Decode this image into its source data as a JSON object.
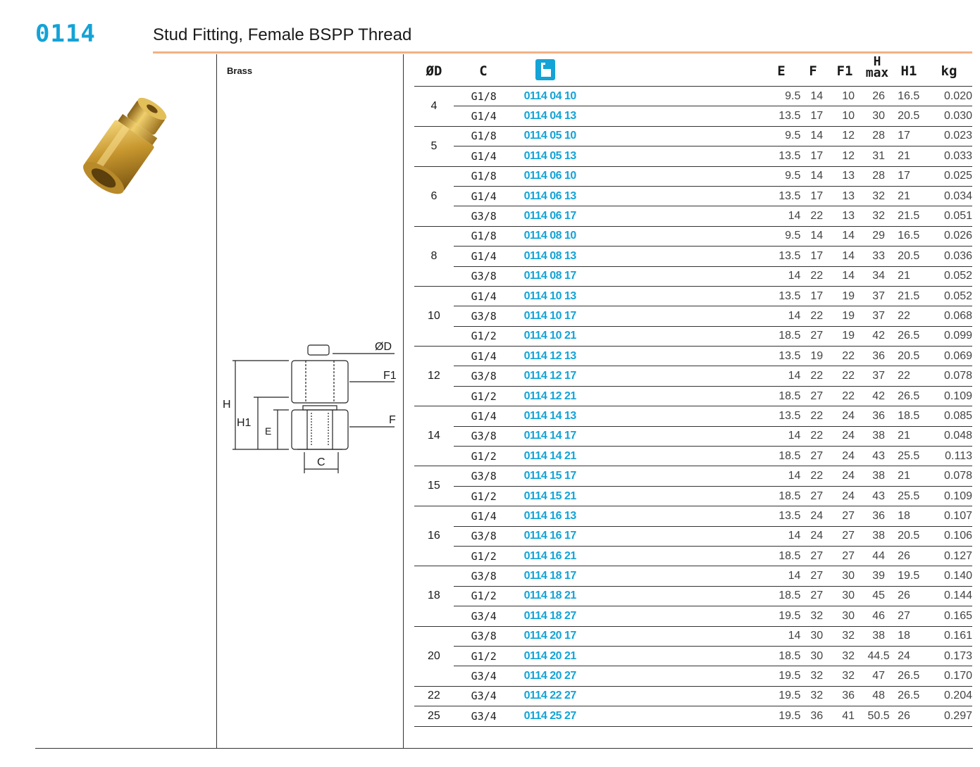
{
  "header": {
    "code": "0114",
    "title": "Stud Fitting, Female BSPP Thread"
  },
  "material": "Brass",
  "drawing_labels": {
    "od": "ØD",
    "f1": "F1",
    "f": "F",
    "h": "H",
    "h1": "H1",
    "e": "E",
    "c": "C"
  },
  "columns": {
    "od": "ØD",
    "c": "C",
    "ref_icon": "reference-icon",
    "e": "E",
    "f": "F",
    "f1": "F1",
    "h_top": "H",
    "h_bottom": "max",
    "h1": "H1",
    "kg": "kg"
  },
  "colors": {
    "accent": "#14a3d6",
    "rule": "#f4b183"
  },
  "groups": [
    {
      "od": "4",
      "rows": [
        {
          "c": "G1/8",
          "ref": "0114 04 10",
          "e": "9.5",
          "f": "14",
          "f1": "10",
          "h": "26",
          "h1": "16.5",
          "kg": "0.020"
        },
        {
          "c": "G1/4",
          "ref": "0114 04 13",
          "e": "13.5",
          "f": "17",
          "f1": "10",
          "h": "30",
          "h1": "20.5",
          "kg": "0.030"
        }
      ]
    },
    {
      "od": "5",
      "rows": [
        {
          "c": "G1/8",
          "ref": "0114 05 10",
          "e": "9.5",
          "f": "14",
          "f1": "12",
          "h": "28",
          "h1": "17",
          "kg": "0.023"
        },
        {
          "c": "G1/4",
          "ref": "0114 05 13",
          "e": "13.5",
          "f": "17",
          "f1": "12",
          "h": "31",
          "h1": "21",
          "kg": "0.033"
        }
      ]
    },
    {
      "od": "6",
      "rows": [
        {
          "c": "G1/8",
          "ref": "0114 06 10",
          "e": "9.5",
          "f": "14",
          "f1": "13",
          "h": "28",
          "h1": "17",
          "kg": "0.025"
        },
        {
          "c": "G1/4",
          "ref": "0114 06 13",
          "e": "13.5",
          "f": "17",
          "f1": "13",
          "h": "32",
          "h1": "21",
          "kg": "0.034"
        },
        {
          "c": "G3/8",
          "ref": "0114 06 17",
          "e": "14",
          "f": "22",
          "f1": "13",
          "h": "32",
          "h1": "21.5",
          "kg": "0.051"
        }
      ]
    },
    {
      "od": "8",
      "rows": [
        {
          "c": "G1/8",
          "ref": "0114 08 10",
          "e": "9.5",
          "f": "14",
          "f1": "14",
          "h": "29",
          "h1": "16.5",
          "kg": "0.026"
        },
        {
          "c": "G1/4",
          "ref": "0114 08 13",
          "e": "13.5",
          "f": "17",
          "f1": "14",
          "h": "33",
          "h1": "20.5",
          "kg": "0.036"
        },
        {
          "c": "G3/8",
          "ref": "0114 08 17",
          "e": "14",
          "f": "22",
          "f1": "14",
          "h": "34",
          "h1": "21",
          "kg": "0.052"
        }
      ]
    },
    {
      "od": "10",
      "rows": [
        {
          "c": "G1/4",
          "ref": "0114 10 13",
          "e": "13.5",
          "f": "17",
          "f1": "19",
          "h": "37",
          "h1": "21.5",
          "kg": "0.052"
        },
        {
          "c": "G3/8",
          "ref": "0114 10 17",
          "e": "14",
          "f": "22",
          "f1": "19",
          "h": "37",
          "h1": "22",
          "kg": "0.068"
        },
        {
          "c": "G1/2",
          "ref": "0114 10 21",
          "e": "18.5",
          "f": "27",
          "f1": "19",
          "h": "42",
          "h1": "26.5",
          "kg": "0.099"
        }
      ]
    },
    {
      "od": "12",
      "rows": [
        {
          "c": "G1/4",
          "ref": "0114 12 13",
          "e": "13.5",
          "f": "19",
          "f1": "22",
          "h": "36",
          "h1": "20.5",
          "kg": "0.069"
        },
        {
          "c": "G3/8",
          "ref": "0114 12 17",
          "e": "14",
          "f": "22",
          "f1": "22",
          "h": "37",
          "h1": "22",
          "kg": "0.078"
        },
        {
          "c": "G1/2",
          "ref": "0114 12 21",
          "e": "18.5",
          "f": "27",
          "f1": "22",
          "h": "42",
          "h1": "26.5",
          "kg": "0.109"
        }
      ]
    },
    {
      "od": "14",
      "rows": [
        {
          "c": "G1/4",
          "ref": "0114 14 13",
          "e": "13.5",
          "f": "22",
          "f1": "24",
          "h": "36",
          "h1": "18.5",
          "kg": "0.085"
        },
        {
          "c": "G3/8",
          "ref": "0114 14 17",
          "e": "14",
          "f": "22",
          "f1": "24",
          "h": "38",
          "h1": "21",
          "kg": "0.048"
        },
        {
          "c": "G1/2",
          "ref": "0114 14 21",
          "e": "18.5",
          "f": "27",
          "f1": "24",
          "h": "43",
          "h1": "25.5",
          "kg": "0.113"
        }
      ]
    },
    {
      "od": "15",
      "rows": [
        {
          "c": "G3/8",
          "ref": "0114 15 17",
          "e": "14",
          "f": "22",
          "f1": "24",
          "h": "38",
          "h1": "21",
          "kg": "0.078"
        },
        {
          "c": "G1/2",
          "ref": "0114 15 21",
          "e": "18.5",
          "f": "27",
          "f1": "24",
          "h": "43",
          "h1": "25.5",
          "kg": "0.109"
        }
      ]
    },
    {
      "od": "16",
      "rows": [
        {
          "c": "G1/4",
          "ref": "0114 16 13",
          "e": "13.5",
          "f": "24",
          "f1": "27",
          "h": "36",
          "h1": "18",
          "kg": "0.107"
        },
        {
          "c": "G3/8",
          "ref": "0114 16 17",
          "e": "14",
          "f": "24",
          "f1": "27",
          "h": "38",
          "h1": "20.5",
          "kg": "0.106"
        },
        {
          "c": "G1/2",
          "ref": "0114 16 21",
          "e": "18.5",
          "f": "27",
          "f1": "27",
          "h": "44",
          "h1": "26",
          "kg": "0.127"
        }
      ]
    },
    {
      "od": "18",
      "rows": [
        {
          "c": "G3/8",
          "ref": "0114 18 17",
          "e": "14",
          "f": "27",
          "f1": "30",
          "h": "39",
          "h1": "19.5",
          "kg": "0.140"
        },
        {
          "c": "G1/2",
          "ref": "0114 18 21",
          "e": "18.5",
          "f": "27",
          "f1": "30",
          "h": "45",
          "h1": "26",
          "kg": "0.144"
        },
        {
          "c": "G3/4",
          "ref": "0114 18 27",
          "e": "19.5",
          "f": "32",
          "f1": "30",
          "h": "46",
          "h1": "27",
          "kg": "0.165"
        }
      ]
    },
    {
      "od": "20",
      "rows": [
        {
          "c": "G3/8",
          "ref": "0114 20 17",
          "e": "14",
          "f": "30",
          "f1": "32",
          "h": "38",
          "h1": "18",
          "kg": "0.161"
        },
        {
          "c": "G1/2",
          "ref": "0114 20 21",
          "e": "18.5",
          "f": "30",
          "f1": "32",
          "h": "44.5",
          "h1": "24",
          "kg": "0.173"
        },
        {
          "c": "G3/4",
          "ref": "0114 20 27",
          "e": "19.5",
          "f": "32",
          "f1": "32",
          "h": "47",
          "h1": "26.5",
          "kg": "0.170"
        }
      ]
    },
    {
      "od": "22",
      "rows": [
        {
          "c": "G3/4",
          "ref": "0114 22 27",
          "e": "19.5",
          "f": "32",
          "f1": "36",
          "h": "48",
          "h1": "26.5",
          "kg": "0.204"
        }
      ]
    },
    {
      "od": "25",
      "rows": [
        {
          "c": "G3/4",
          "ref": "0114 25 27",
          "e": "19.5",
          "f": "36",
          "f1": "41",
          "h": "50.5",
          "h1": "26",
          "kg": "0.297"
        }
      ]
    }
  ]
}
